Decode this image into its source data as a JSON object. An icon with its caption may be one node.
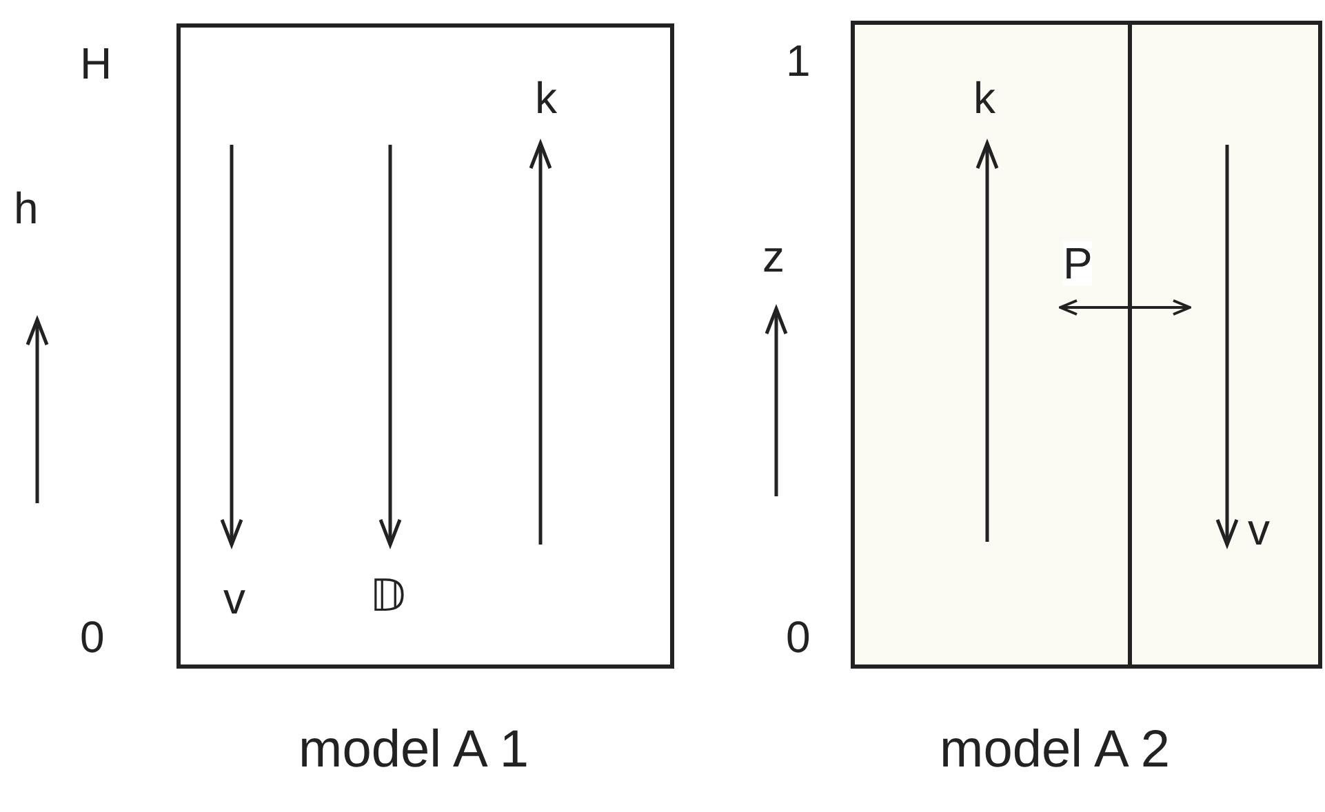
{
  "diagram": {
    "nodes": [
      {
        "text": [],
        "shape": "box",
        "beside": [
          "model A 1"
        ]
      },
      {
        "text": [],
        "shape": "box",
        "beside": [
          "model A 2"
        ]
      },
      {
        "text": [],
        "shape": "box",
        "in": 1
      },
      {
        "text": [],
        "shape": "box",
        "in": 1
      }
    ],
    "edges": [
      {
        "from": 2,
        "to": 3,
        "arrow": "both",
        "label": "P"
      }
    ],
    "labels": [
      "H",
      "k",
      "h",
      "v",
      "𝔻",
      "0",
      "1",
      "k",
      "z",
      "v",
      "0"
    ]
  }
}
